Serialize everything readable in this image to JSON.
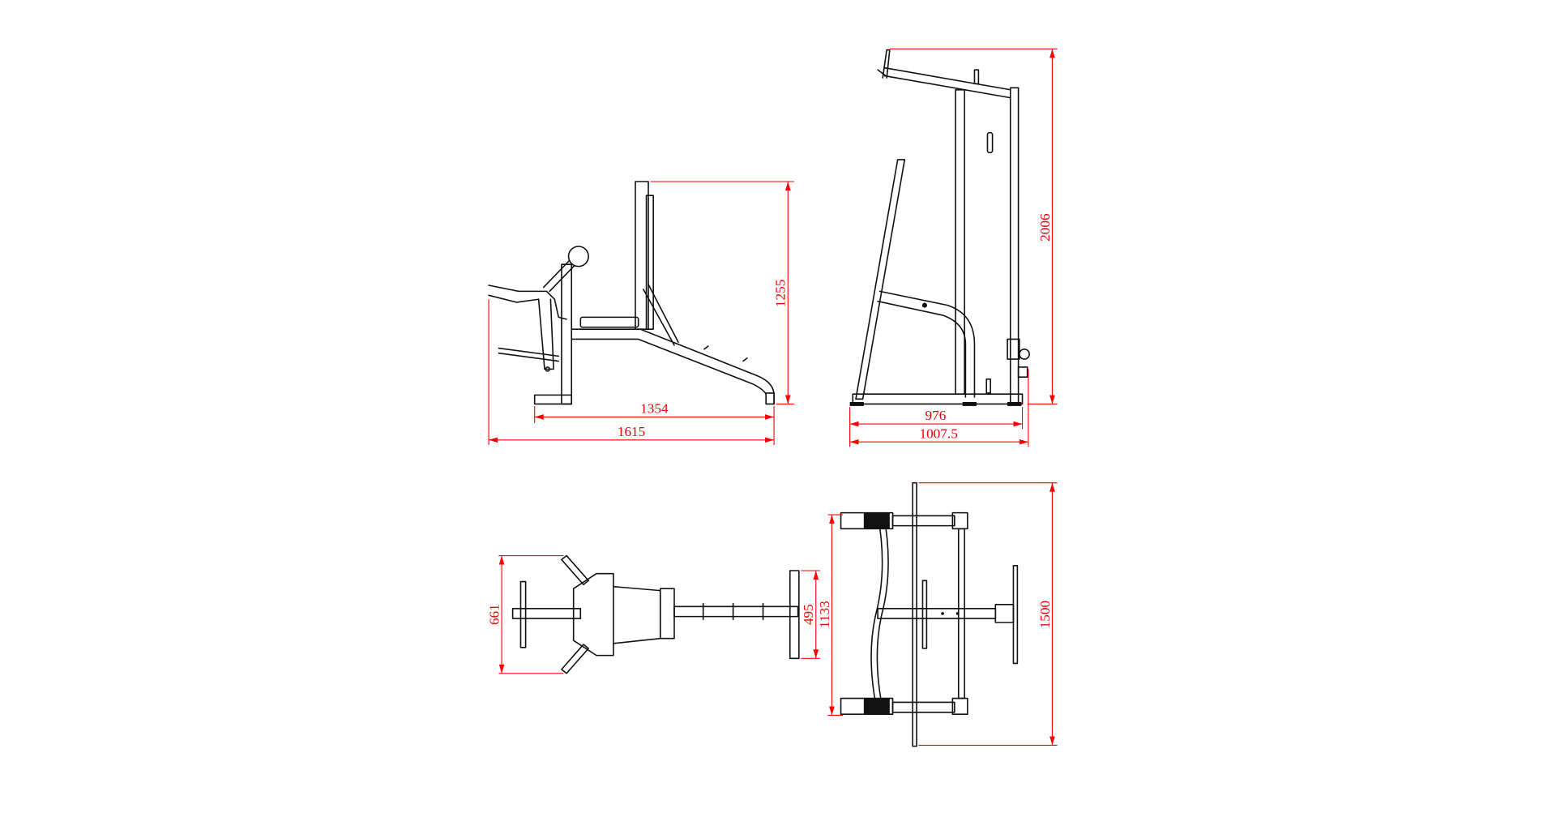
{
  "drawing": {
    "dimension_color": "#ff0000",
    "line_color": "#111111",
    "bench_side_view": {
      "height": "1255",
      "base_length": "1354",
      "overall_length": "1615"
    },
    "rack_side_view": {
      "height": "2006",
      "base_depth": "976",
      "overall_depth": "1007.5"
    },
    "bench_top_view": {
      "width": "661",
      "foot_width": "495"
    },
    "rack_top_view": {
      "inner_width": "1133",
      "overall_width": "1500"
    }
  }
}
